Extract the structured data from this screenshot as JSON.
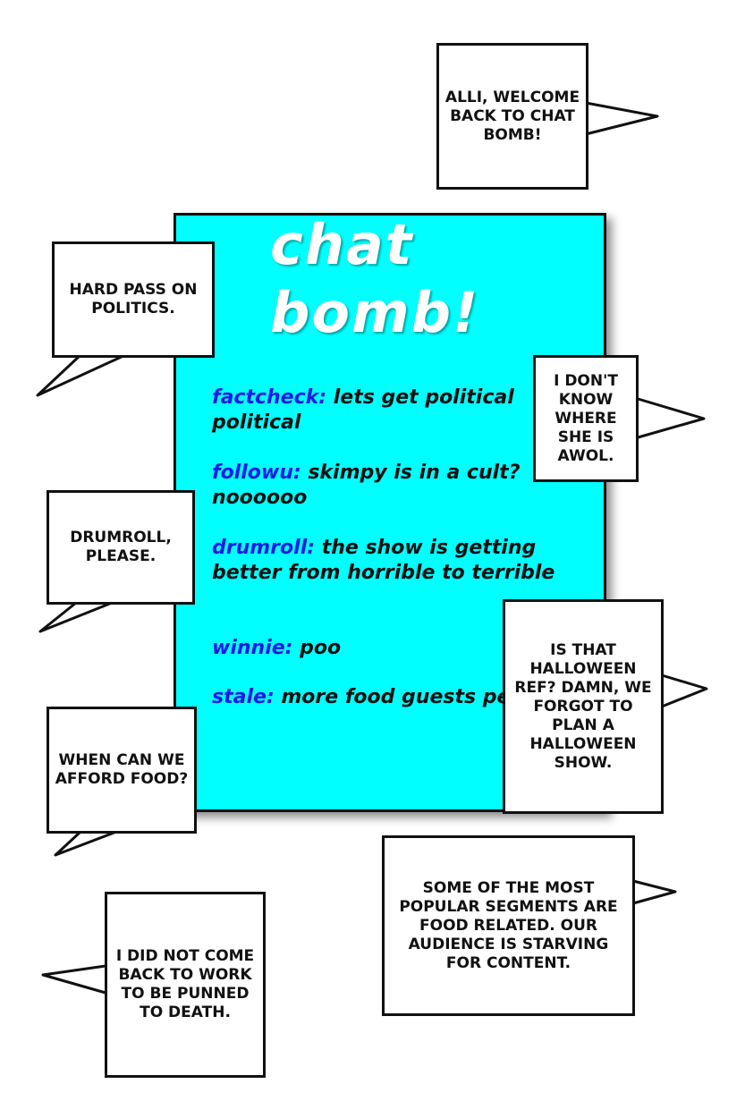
{
  "panel": {
    "title_line1": "chat",
    "title_line2": "bomb!",
    "messages": [
      {
        "user": "factcheck:",
        "text": " lets get political political"
      },
      {
        "user": "followu:",
        "text": " skimpy is in a cult? noooooo"
      },
      {
        "user": "drumroll:",
        "text": " the show is getting better from horrible to terrible"
      },
      {
        "user": "winnie:",
        "text": " poo"
      },
      {
        "user": "stale:",
        "text": " more food guests period"
      }
    ]
  },
  "bubbles": {
    "welcome": "Alli, welcome back to chat bomb!",
    "hard_pass": "Hard pass on politics.",
    "dont_know": "I don't know where she is AWOL.",
    "drumroll": "Drumroll, please.",
    "halloween": "Is that Halloween ref? Damn, we forgot to plan a Halloween show.",
    "afford_food": "When can we afford food?",
    "food_segments": "Some of the most popular segments are food related. Our audience is starving for content.",
    "punned": "I did not come back to work to be punned to death."
  },
  "colors": {
    "panel_bg": "#00ffff",
    "username": "#1a1ae6",
    "title": "#ffffff",
    "bubble_border": "#111111"
  }
}
